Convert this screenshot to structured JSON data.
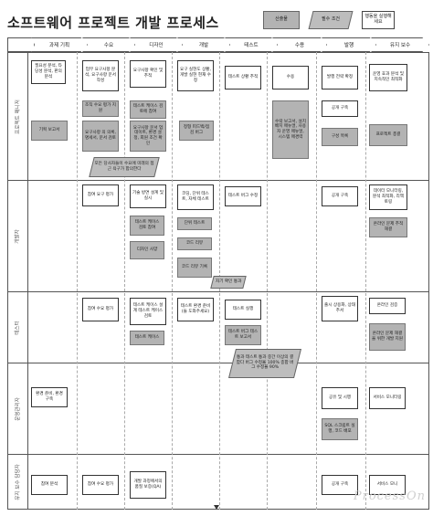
{
  "title": "소프트웨어 프로젝트 개발 프로세스",
  "legend": {
    "output": "산출물",
    "key_condition": "필수 조건",
    "activity": "행동을 실행해\n세요"
  },
  "phases": [
    "과제 기획",
    "수요",
    "디자인",
    "개발",
    "테스트",
    "수용",
    "발행",
    "유지 보수"
  ],
  "lanes": [
    "프로젝트 매니저",
    "개발자",
    "테스터",
    "운영관리자",
    "유지 보수 담당자"
  ],
  "pm": {
    "a1": "필요성 분석, 타당성 분석, 판의 분석",
    "o1": "기획 보고서",
    "a2": "업무 요구사항 분석, 요구사항 문서 작성",
    "o2a": "조직 수요 평가 지원",
    "o2b": "요구사항 의 의록, 명세서, 문서 검토",
    "k1": "모든 당사자들이 수요에 미래의 접근 욕구가 합의한다",
    "a3": "요구사항 확인 및 추적",
    "o3a": "테스트 케이스 검토에 참여",
    "o3b": "요구사항 문서 업데이트, 환경 설정, 회원 조건 확인",
    "a4": "요구 실현도 상황, 개발 실현 현재 수정",
    "o4": "정형 피드백/점검 버그",
    "a5": "테스트 상황 추적",
    "a6": "수용",
    "o6": "수락 보고서, 설치 배치 매뉴얼, 사용자 운영 매뉴얼, 시스템 매경력",
    "a7": "발행 전략 확정",
    "o7a": "공개 구축",
    "o7b": "구성 목록",
    "a8": "운영 효과 분석 및 지속적인 최적화",
    "o8": "프로젝트 총결"
  },
  "dev": {
    "a2": "참여 요구 평가",
    "a3": "기술 방면 설계 및 실시",
    "o3a": "테스트 케이스 검토 참여",
    "o3b": "디자인 사양",
    "a4": "코딩, 단위 테스트, 자체 테스트",
    "o4a": "단위 테스트",
    "o4b": "코드 리뷰",
    "o4c": "코드 리뷰 기록",
    "k4": "자기 확인 통과",
    "a5": "테스트 버그 수정",
    "a7": "공개 구축",
    "a8a": "데이터 모니터링, 분석 최적화, 리액토링",
    "o8": "온라인 문제 추적 해결"
  },
  "qa": {
    "a2": "참여 수요 평가",
    "a3": "테스트 케이스 설계 테스트 케이스 검토",
    "o3": "테스트 케이스",
    "a4": "테스트 환경 준비(들 도와주세요)",
    "a5": "테스트 실행",
    "o5": "테스트 버그 테스트 보고서",
    "k5": "통과 테스트 통과 중간 이상의 결함다 버그 수정율 100% 종합 버그 수정율 90%",
    "a7": "출시 상용화, 상태 추서",
    "a8a": "온라인 검증",
    "o8": "온라인 문제 해결을 위한 개발 지원"
  },
  "ops": {
    "a1": "환경 준비, 환경 구축",
    "a7": "공유 및 시행",
    "o7": "SQL 스크립트 실행, 코드 배포",
    "a8": "서비스 모니터링"
  },
  "maint": {
    "a1": "참여 분석",
    "a2": "참여 수요 평가",
    "a3": "개발 과정에서의 품질 보증(QA)",
    "a7": "공개 구축",
    "a8": "서비스 모니"
  },
  "watermark": "ProcessOn"
}
